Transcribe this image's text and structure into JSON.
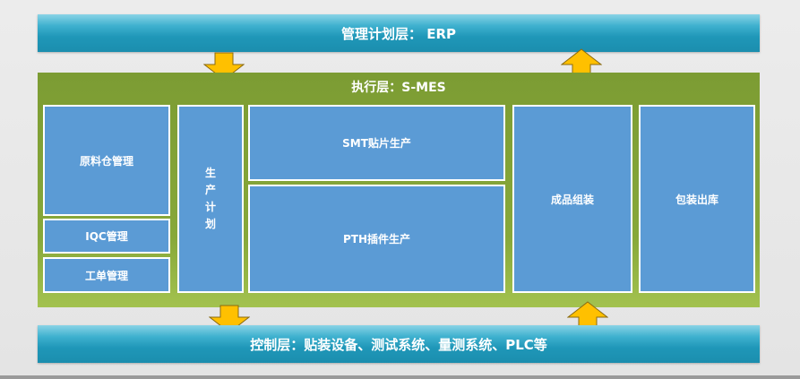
{
  "layers": {
    "top": "管理计划层： ERP",
    "mes": "执行层：S-MES",
    "bottom": "控制层：贴装设备、测试系统、量测系统、PLC等"
  },
  "modules": {
    "raw_material": "原料仓管理",
    "iqc": "IQC管理",
    "work_order": "工单管理",
    "production_plan": [
      "生",
      "产",
      "计",
      "划"
    ],
    "smt": "SMT贴片生产",
    "pth": "PTH插件生产",
    "assembly": "成品组装",
    "packaging": "包装出库"
  },
  "colors": {
    "band": "#1f97b8",
    "mes_bg": "#87a83a",
    "module": "#5b9bd5",
    "arrow": "#ffc000"
  }
}
